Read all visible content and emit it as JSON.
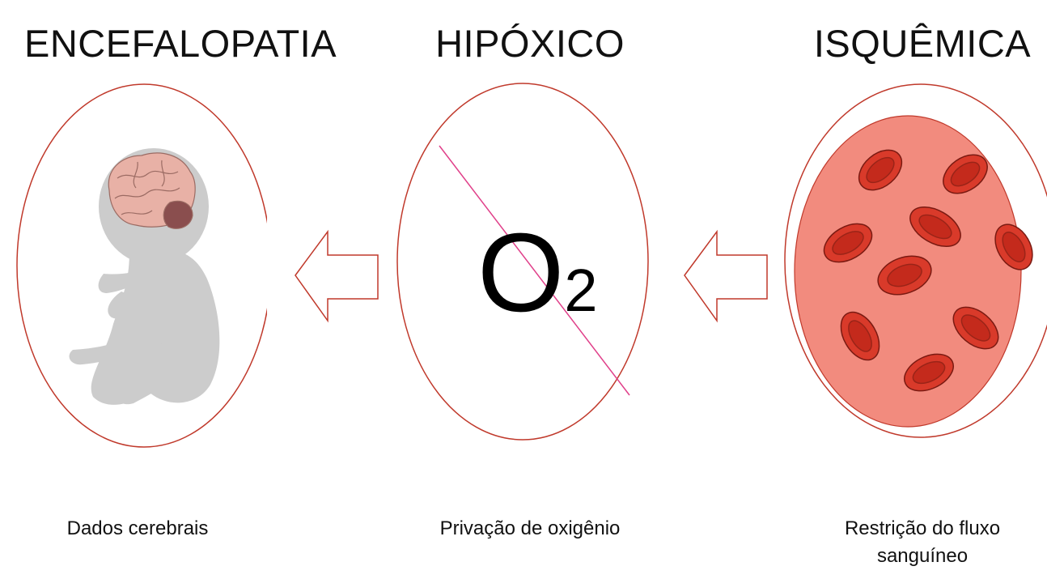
{
  "titles": {
    "left": "ENCEFALOPATIA",
    "center": "HIPÓXICO",
    "right": "ISQUÊMICA"
  },
  "captions": {
    "left": "Dados cerebrais",
    "center": "Privação de oxigênio",
    "right_line1": "Restrição do fluxo",
    "right_line2": "sanguíneo"
  },
  "center_symbol": {
    "letter": "O",
    "subscript": "2"
  },
  "icons": {
    "left": "fetus-brain-icon",
    "center": "no-oxygen-icon",
    "right": "red-blood-cells-icon"
  },
  "colors": {
    "circle_outline": "#c0392b",
    "arrow_outline": "#c0392b",
    "strike_line": "#e0408a",
    "fetus": "#cccccc",
    "brain": "#e8b1a6",
    "blood_background": "#f28b7e",
    "blood_cell": "#d93a2a"
  }
}
